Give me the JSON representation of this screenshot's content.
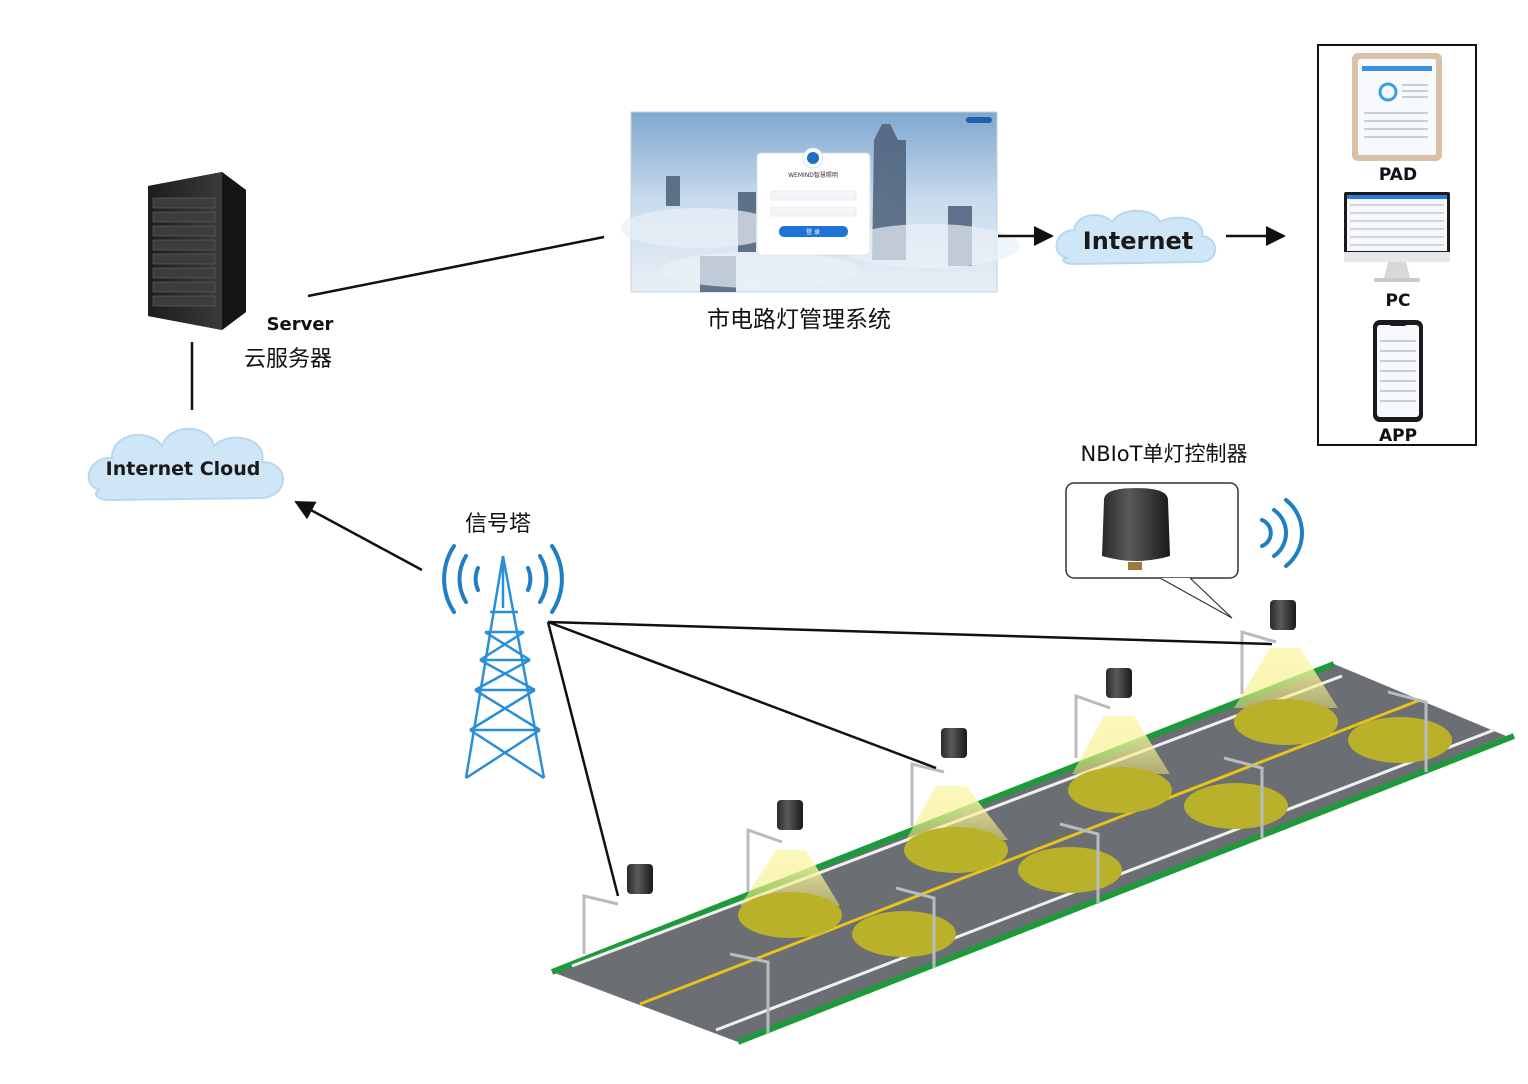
{
  "server": {
    "label_en": "Server",
    "label_cn": "云服务器"
  },
  "cloud_left": {
    "label": "Internet Cloud"
  },
  "cloud_right": {
    "label": "Internet"
  },
  "system": {
    "title": "市电路灯管理系统",
    "login_brand": "WEMIND智慧照明",
    "login_button": "登 录"
  },
  "devices": {
    "pad": "PAD",
    "pc": "PC",
    "app": "APP"
  },
  "tower": {
    "label": "信号塔"
  },
  "controller": {
    "label": "NBIoT单灯控制器"
  },
  "colors": {
    "signal_blue": "#1f7fc4",
    "tower_blue": "#2a8fd6",
    "road_gray": "#6b6e72",
    "road_border_green": "#1e9a3a",
    "lane_yellow": "#e9c318",
    "light_cone": "#f5f28a",
    "light_spot": "#b9b12a",
    "cloud_fill": "#cfe6f7"
  }
}
